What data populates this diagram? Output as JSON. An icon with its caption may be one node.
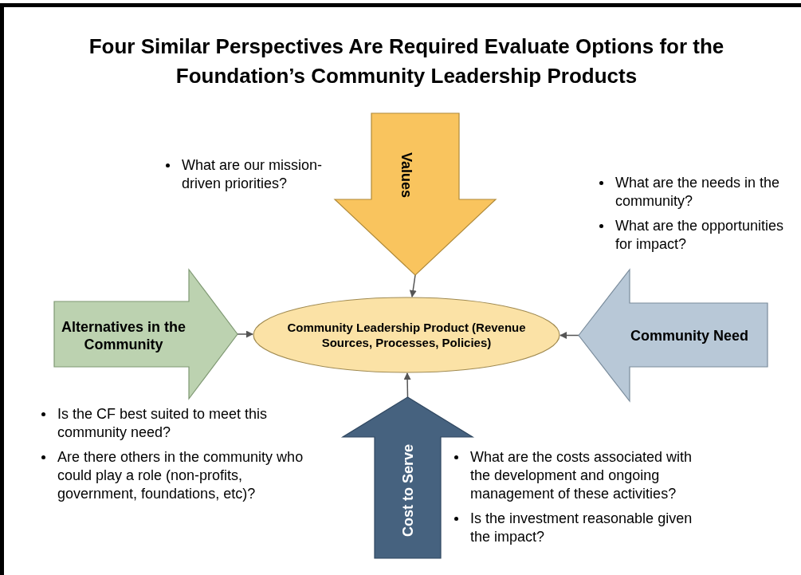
{
  "diagram": {
    "title": "Four Similar Perspectives Are Required Evaluate Options for the Foundation’s  Community Leadership Products",
    "nodes": [
      {
        "text": [
          "Values"
        ],
        "beside": [
          "What are our mission-driven priorities?"
        ]
      },
      {
        "text": [
          "Alternatives in the Community"
        ],
        "beside": [
          "Is the CF best suited to meet this community need?",
          "Are there others in the community who could play a role (non-profits, government, foundations, etc)?"
        ]
      },
      {
        "text": [
          "Community Leadership Product (Revenue Sources, Processes, Policies)"
        ]
      },
      {
        "text": [
          "Community Need"
        ],
        "beside": [
          "What are the needs in the community?",
          "What are the opportunities for impact?"
        ]
      },
      {
        "text": [
          "Cost to Serve"
        ],
        "beside": [
          "What are the costs associated with the development and ongoing management of these activities?",
          "Is the investment reasonable given the impact?"
        ]
      }
    ],
    "edges": [
      {
        "from": 0,
        "to": 2,
        "arrow": "to"
      },
      {
        "from": 1,
        "to": 2,
        "arrow": "to"
      },
      {
        "from": 3,
        "to": 2,
        "arrow": "to"
      },
      {
        "from": 4,
        "to": 2,
        "arrow": "to"
      }
    ]
  }
}
